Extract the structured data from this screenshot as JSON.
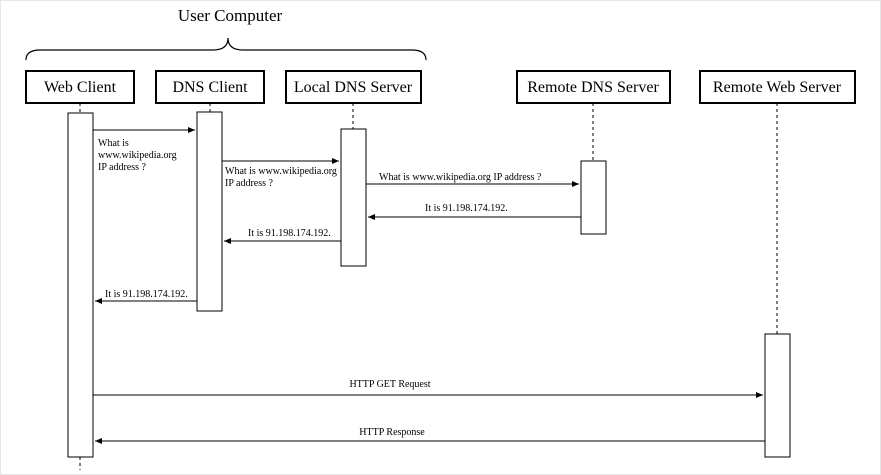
{
  "group": {
    "label": "User Computer"
  },
  "actors": [
    {
      "id": "web-client",
      "label": "Web Client"
    },
    {
      "id": "dns-client",
      "label": "DNS Client"
    },
    {
      "id": "local-dns-server",
      "label": "Local DNS Server"
    },
    {
      "id": "remote-dns-server",
      "label": "Remote DNS Server"
    },
    {
      "id": "remote-web-server",
      "label": "Remote Web Server"
    }
  ],
  "messages": [
    {
      "from": "web-client",
      "to": "dns-client",
      "lines": [
        "What is",
        "www.wikipedia.org",
        "IP address ?"
      ]
    },
    {
      "from": "dns-client",
      "to": "local-dns-server",
      "lines": [
        "What is www.wikipedia.org",
        "IP address ?"
      ]
    },
    {
      "from": "local-dns-server",
      "to": "remote-dns-server",
      "lines": [
        "What is www.wikipedia.org IP address ?"
      ]
    },
    {
      "from": "remote-dns-server",
      "to": "local-dns-server",
      "lines": [
        "It is 91.198.174.192."
      ]
    },
    {
      "from": "local-dns-server",
      "to": "dns-client",
      "lines": [
        "It is 91.198.174.192."
      ]
    },
    {
      "from": "dns-client",
      "to": "web-client",
      "lines": [
        "It is 91.198.174.192."
      ]
    },
    {
      "from": "web-client",
      "to": "remote-web-server",
      "lines": [
        "HTTP GET Request"
      ]
    },
    {
      "from": "remote-web-server",
      "to": "web-client",
      "lines": [
        "HTTP Response"
      ]
    }
  ]
}
